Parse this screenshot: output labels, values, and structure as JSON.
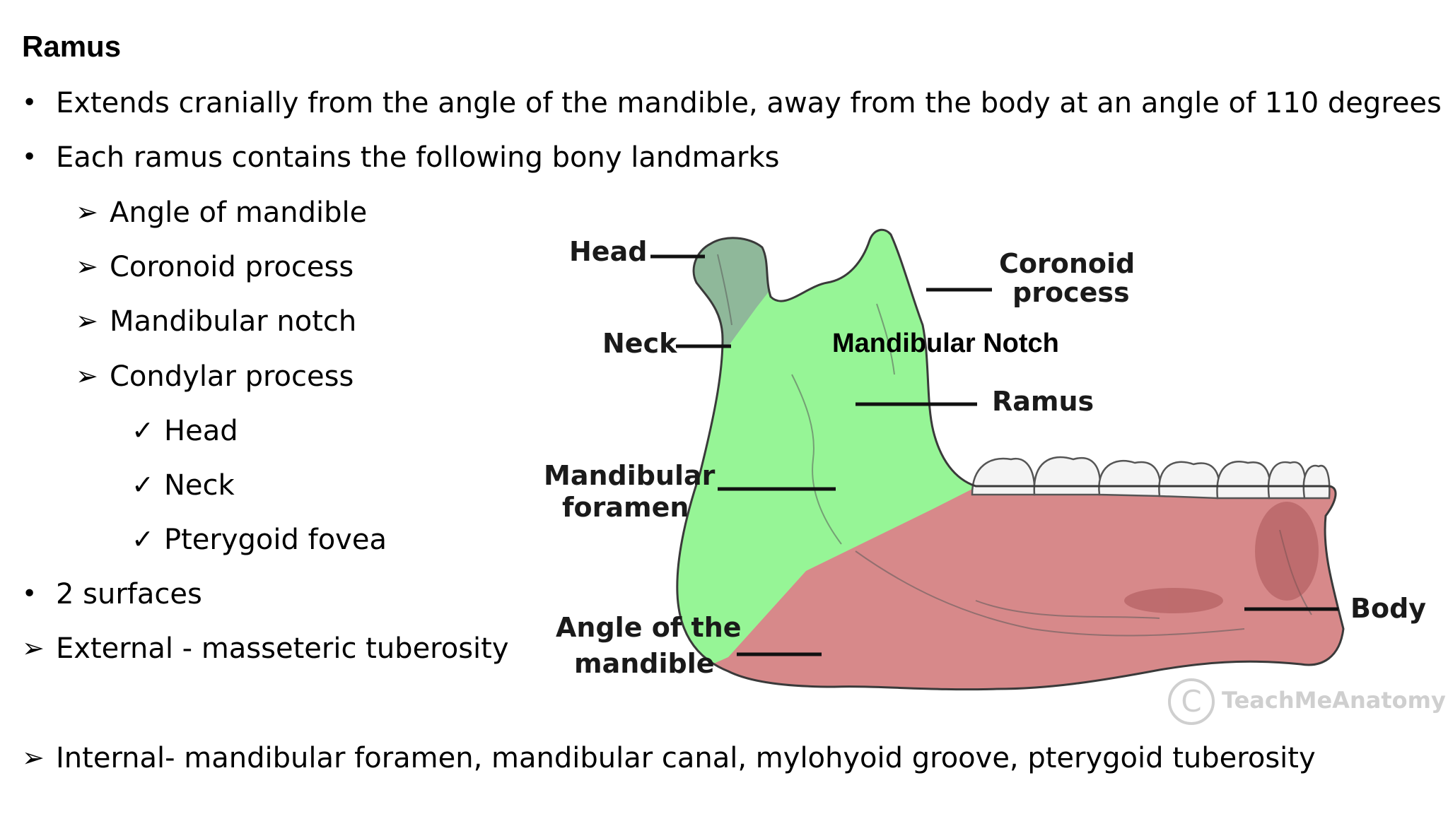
{
  "slide": {
    "title": "Ramus",
    "bullets": [
      {
        "mark": "•",
        "text": "Extends cranially from the angle of the mandible, away from the body at an angle of 110 degrees"
      },
      {
        "mark": "•",
        "text": "Each ramus contains the following bony landmarks"
      },
      {
        "mark": "➢",
        "text": "Angle of mandible"
      },
      {
        "mark": "➢",
        "text": "Coronoid process"
      },
      {
        "mark": "➢",
        "text": "Mandibular notch"
      },
      {
        "mark": "➢",
        "text": "Condylar process"
      },
      {
        "mark": "✓",
        "text": "Head"
      },
      {
        "mark": "✓",
        "text": "Neck"
      },
      {
        "mark": "✓",
        "text": "Pterygoid fovea"
      },
      {
        "mark": "•",
        "text": "2 surfaces"
      },
      {
        "mark": "➢",
        "text": "External - masseteric tuberosity"
      },
      {
        "mark": "➢",
        "text": "Internal- mandibular foramen, mandibular canal, mylohyoid groove, pterygoid tuberosity"
      }
    ]
  },
  "diagram": {
    "labels": {
      "head": "Head",
      "neck": "Neck",
      "coronoid_line1": "Coronoid",
      "coronoid_line2": "process",
      "mandibular_notch": "Mandibular Notch",
      "ramus": "Ramus",
      "foramen_line1": "Mandibular",
      "foramen_line2": "foramen",
      "angle_line1": "Angle of the",
      "angle_line2": "mandible",
      "body": "Body"
    },
    "watermark": {
      "symbol": "C",
      "text": "TeachMeAnatomy"
    },
    "colors": {
      "condyle": "#8fb89a",
      "ramus": "#96f596",
      "body": "#d7898a",
      "teeth": "#f4f4f4",
      "outline": "#3a3a3a"
    }
  }
}
